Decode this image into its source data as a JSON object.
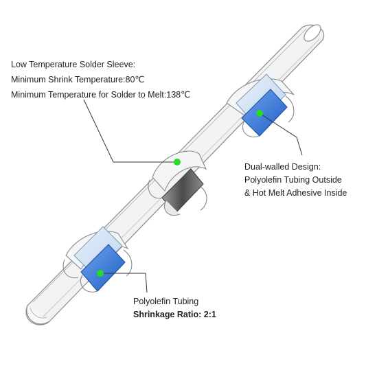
{
  "callouts": {
    "solder": {
      "line1": "Low Temperature Solder Sleeve:",
      "line2": "Minimum Shrink Temperature:80℃",
      "line3": "Minimum Temperature for Solder to Melt:138℃"
    },
    "dual_wall": {
      "line1": "Dual-walled Design:",
      "line2": "Polyolefin Tubing Outside",
      "line3": "& Hot Melt Adhesive Inside"
    },
    "tubing": {
      "line1": "Polyolefin Tubing",
      "line2": "Shrinkage Ratio: 2:1"
    }
  },
  "colors": {
    "marker": "#22dd22",
    "adhesive_blue": "#3a78d8",
    "solder_gray": "#6f6f6f",
    "tube_outline": "#8a8a8a",
    "leader_line": "#333333"
  }
}
